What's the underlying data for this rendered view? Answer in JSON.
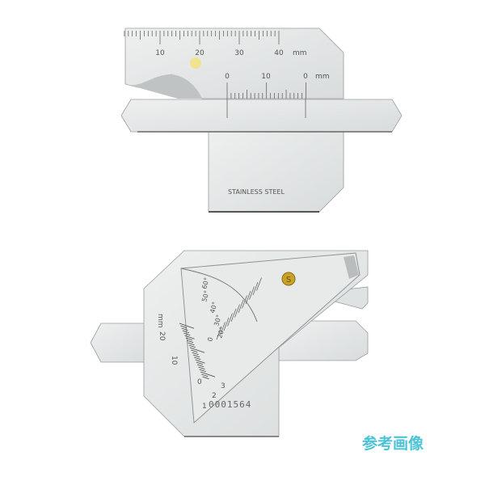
{
  "top_gauge": {
    "main_scale_labels": [
      "10",
      "20",
      "30",
      "40"
    ],
    "main_scale_unit": "mm",
    "sub_scale_labels": [
      "0",
      "10",
      "0"
    ],
    "sub_scale_unit": "mm",
    "material_label": "STAINLESS STEEL"
  },
  "bottom_gauge": {
    "scale_unit": "mm",
    "scale_labels": [
      "20",
      "10",
      "0"
    ],
    "angle_labels": [
      "0",
      "20°",
      "30°",
      "40°",
      "50°",
      "60°"
    ],
    "thickness_marks": [
      "1",
      "2",
      "3"
    ],
    "serial_number": "0001564"
  },
  "watermark": "参考画像",
  "colors": {
    "steel": "#e4e6e6",
    "edge": "#8a8d8e",
    "brass": "#c9a227",
    "watermark": "#4cc3d6"
  }
}
